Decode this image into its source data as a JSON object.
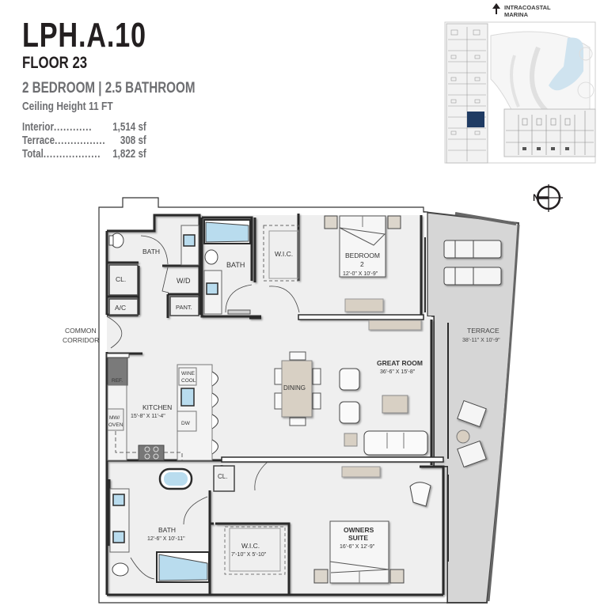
{
  "header": {
    "unit_name": "LPH.A.10",
    "floor": "FLOOR 23",
    "bed_bath": "2 BEDROOM | 2.5 BATHROOM",
    "ceiling": "Ceiling Height 11 FT",
    "areas": [
      {
        "label": "Interior",
        "dots": "............",
        "value": "1,514 sf"
      },
      {
        "label": "Terrace",
        "dots": "................",
        "value": "308 sf"
      },
      {
        "label": "Total",
        "dots": "..................",
        "value": "1,822 sf"
      }
    ]
  },
  "keyplan": {
    "direction_label_line1": "INTRACOASTAL",
    "direction_label_line2": "MARINA",
    "highlight_color": "#1f3b63",
    "pool_color": "#cfe3ef"
  },
  "compass": {
    "label": "N"
  },
  "rooms": {
    "bath_half": "BATH",
    "bath_guest": "BATH",
    "wic_guest": "W.I.C.",
    "bedroom2_name": "BEDROOM",
    "bedroom2_num": "2",
    "bedroom2_dims": "12'-0\" X 10'-9\"",
    "closet1": "CL.",
    "wd": "W/D",
    "ac": "A/C",
    "pantry": "PANT.",
    "corridor_line1": "COMMON",
    "corridor_line2": "CORRIDOR",
    "terrace_name": "TERRACE",
    "terrace_dims": "38'-11\" X 10'-9\"",
    "great_room_name": "GREAT ROOM",
    "great_room_dims": "36'-6\" X 15'-8\"",
    "dining": "DINING",
    "ref": "REF.",
    "wine_line1": "WINE",
    "wine_line2": "COOL",
    "kitchen_name": "KITCHEN",
    "kitchen_dims": "15'-8\" X 11'-4\"",
    "mw_line1": "MW/",
    "mw_line2": "OVEN",
    "dw": "DW",
    "closet2": "CL.",
    "bath_owner_name": "BATH",
    "bath_owner_dims": "12'-6\" X 10'-11\"",
    "wic_owner_name": "W.I.C.",
    "wic_owner_dims": "7'-10\" X 5'-10\"",
    "owners_line1": "OWNERS",
    "owners_line2": "SUITE",
    "owners_dims": "16'-6\" X 12'-9\""
  },
  "colors": {
    "floor": "#efefef",
    "terrace": "#d9d9d9",
    "wall": "#2b2b2b",
    "water": "#b9dcee",
    "wood": "#d8d0c4",
    "text_dark": "#231f20",
    "text_gray": "#6d6e71"
  }
}
